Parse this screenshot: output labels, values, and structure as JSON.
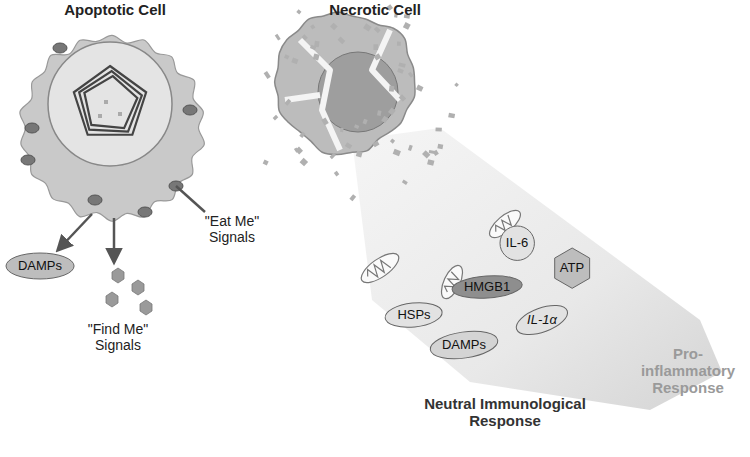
{
  "diagram": {
    "nodes": [
      {
        "text": [
          "DAMPs"
        ]
      },
      {
        "text": [
          "IL-6"
        ]
      },
      {
        "text": [
          "ATP"
        ]
      },
      {
        "text": [
          "HMGB1"
        ]
      },
      {
        "text": [
          "HSPs"
        ]
      },
      {
        "text": [
          "IL-1α"
        ]
      },
      {
        "text": [
          "DAMPs"
        ]
      }
    ],
    "labels": [
      "Apoptotic Cell",
      "Necrotic Cell",
      "\"Find Me\" Signals",
      "\"Eat Me\" Signals",
      "Pro-inflammatory Response",
      "Neutral Immunological Response"
    ]
  }
}
